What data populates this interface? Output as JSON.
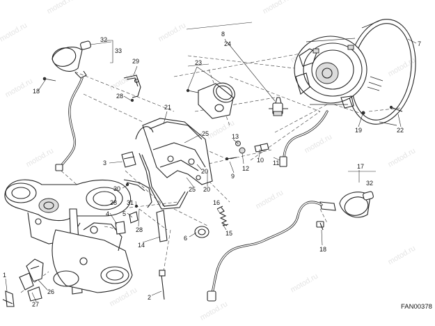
{
  "watermark": "motod.ru",
  "reference_code": "FAN00378",
  "labels": {
    "p1": "1",
    "p2": "2",
    "p3": "3",
    "p4": "4",
    "p5": "5",
    "p6": "6",
    "p7": "7",
    "p8": "8",
    "p9": "9",
    "p10": "10",
    "p11": "11",
    "p12": "12",
    "p13": "13",
    "p14": "14",
    "p15": "15",
    "p16": "16",
    "p17": "17",
    "p18a": "18",
    "p18b": "18",
    "p19": "19",
    "p20a": "20",
    "p20b": "20",
    "p21": "21",
    "p22": "22",
    "p23": "23",
    "p24": "24",
    "p25a": "25",
    "p25b": "25",
    "p26": "26",
    "p27": "27",
    "p28a": "28",
    "p28b": "28",
    "p28c": "28",
    "p29": "29",
    "p30": "30",
    "p31": "31",
    "p32a": "32",
    "p32b": "32",
    "p33": "33"
  }
}
